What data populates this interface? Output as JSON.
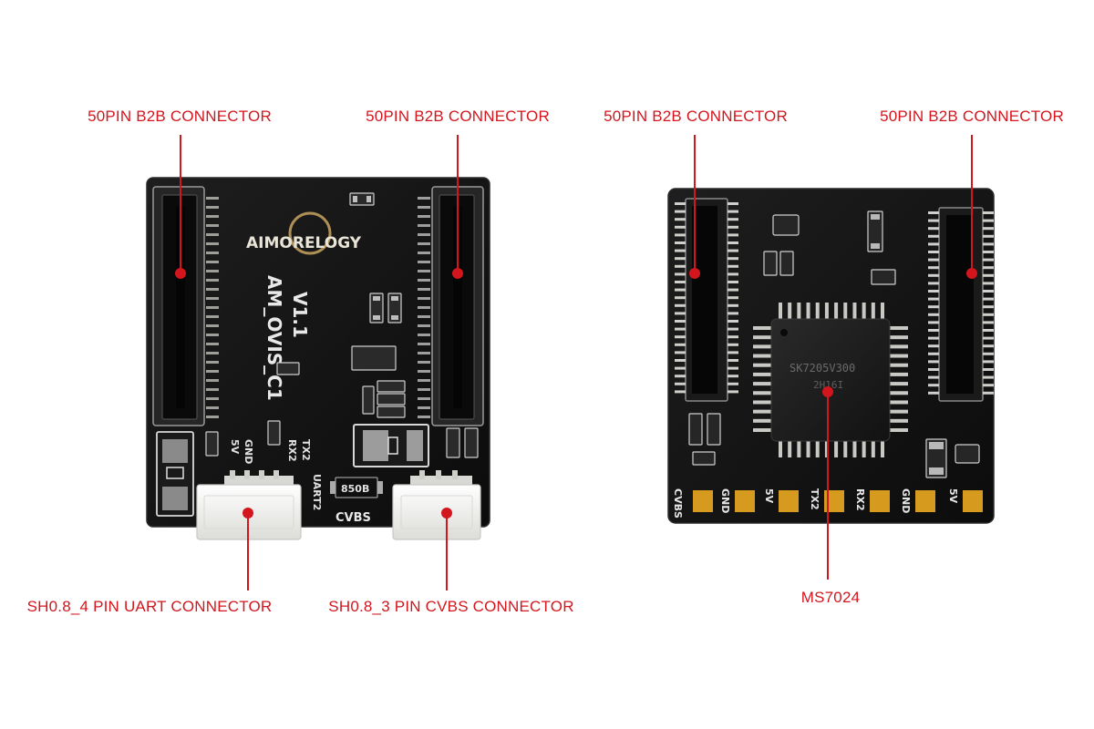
{
  "colors": {
    "label": "#d3161d",
    "leader": "#d3161d",
    "pcb": "#141414",
    "pcb_edge": "#2a2a2a",
    "silkscreen": "#e8e8e8",
    "gold_pad": "#d69a1e",
    "connector_housing": "#f1f1ef",
    "pin": "#c9c9c4",
    "logo": "#c9a460"
  },
  "labels": {
    "front_left_b2b": "50PIN B2B CONNECTOR",
    "front_right_b2b": "50PIN B2B CONNECTOR",
    "back_left_b2b": "50PIN B2B CONNECTOR",
    "back_right_b2b": "50PIN B2B CONNECTOR",
    "uart_connector": "SH0.8_4 PIN UART CONNECTOR",
    "cvbs_connector": "SH0.8_3 PIN CVBS CONNECTOR",
    "chip": "MS7024"
  },
  "front_board": {
    "logo_text": "AIMORELOGY",
    "model_text": "AM_OVIS_C1",
    "version_text": "V1.1",
    "pin_labels": [
      "5V",
      "GND",
      "RX2",
      "TX2"
    ],
    "uart_text": "UART2",
    "cvbs_text": "CVBS",
    "resistor_text": "850B"
  },
  "back_board": {
    "pad_labels": [
      "CVBS",
      "GND",
      "5V",
      "TX2",
      "RX2",
      "GND",
      "5V"
    ],
    "chip_marking": [
      "SK7205V300",
      "2H16I"
    ]
  }
}
